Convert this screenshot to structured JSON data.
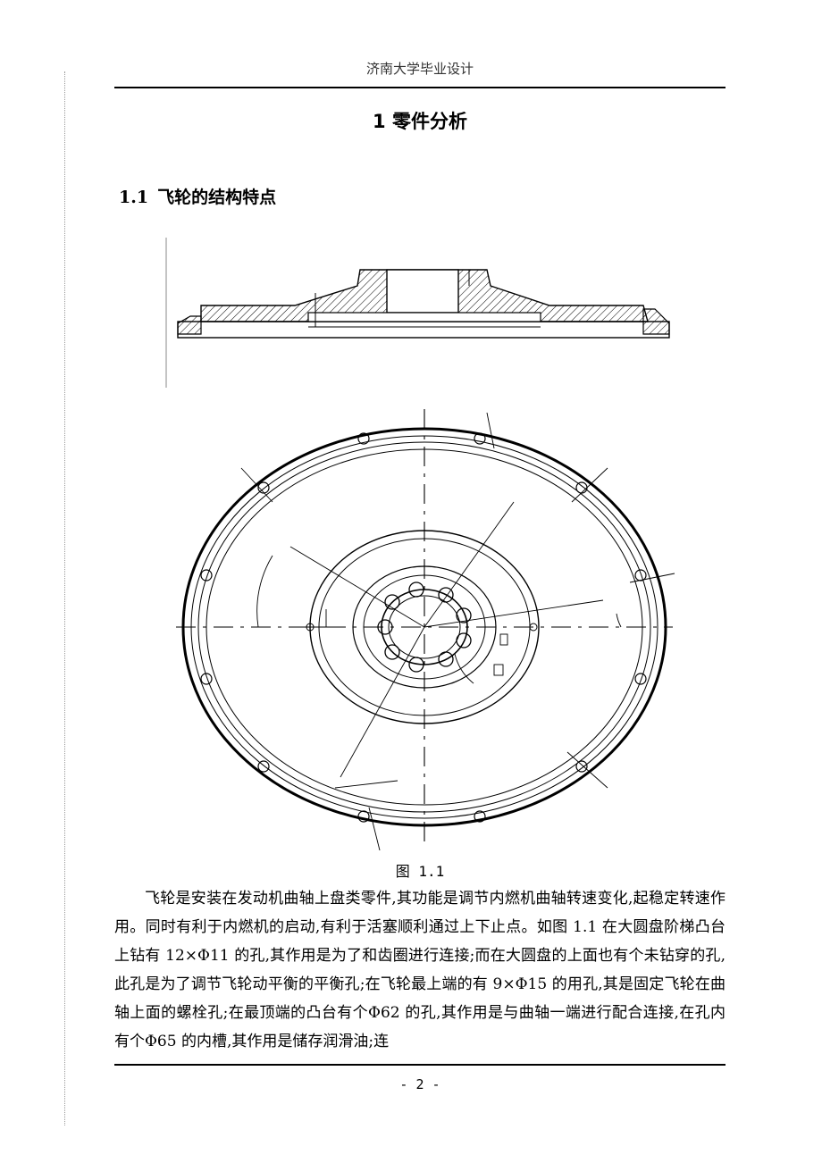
{
  "header": {
    "text": "济南大学毕业设计"
  },
  "chapter": {
    "title": "1  零件分析"
  },
  "section": {
    "number": "1.1",
    "title": "飞轮的结构特点"
  },
  "figure": {
    "caption": "图 1.1"
  },
  "body": {
    "paragraph": "飞轮是安装在发动机曲轴上盘类零件,其功能是调节内燃机曲轴转速变化,起稳定转速作用。同时有利于内燃机的启动,有利于活塞顺利通过上下止点。如图 1.1 在大圆盘阶梯凸台上钻有 12×Φ11 的孔,其作用是为了和齿圈进行连接;而在大圆盘的上面也有个未钻穿的孔,此孔是为了调节飞轮动平衡的平衡孔;在飞轮最上端的有 9×Φ15 的用孔,其是固定飞轮在曲轴上面的螺栓孔;在最顶端的凸台有个Φ62 的孔,其作用是与曲轴一端进行配合连接,在孔内有个Φ65 的内槽,其作用是储存润滑油;连"
  },
  "footer": {
    "page": "- 2 -"
  }
}
